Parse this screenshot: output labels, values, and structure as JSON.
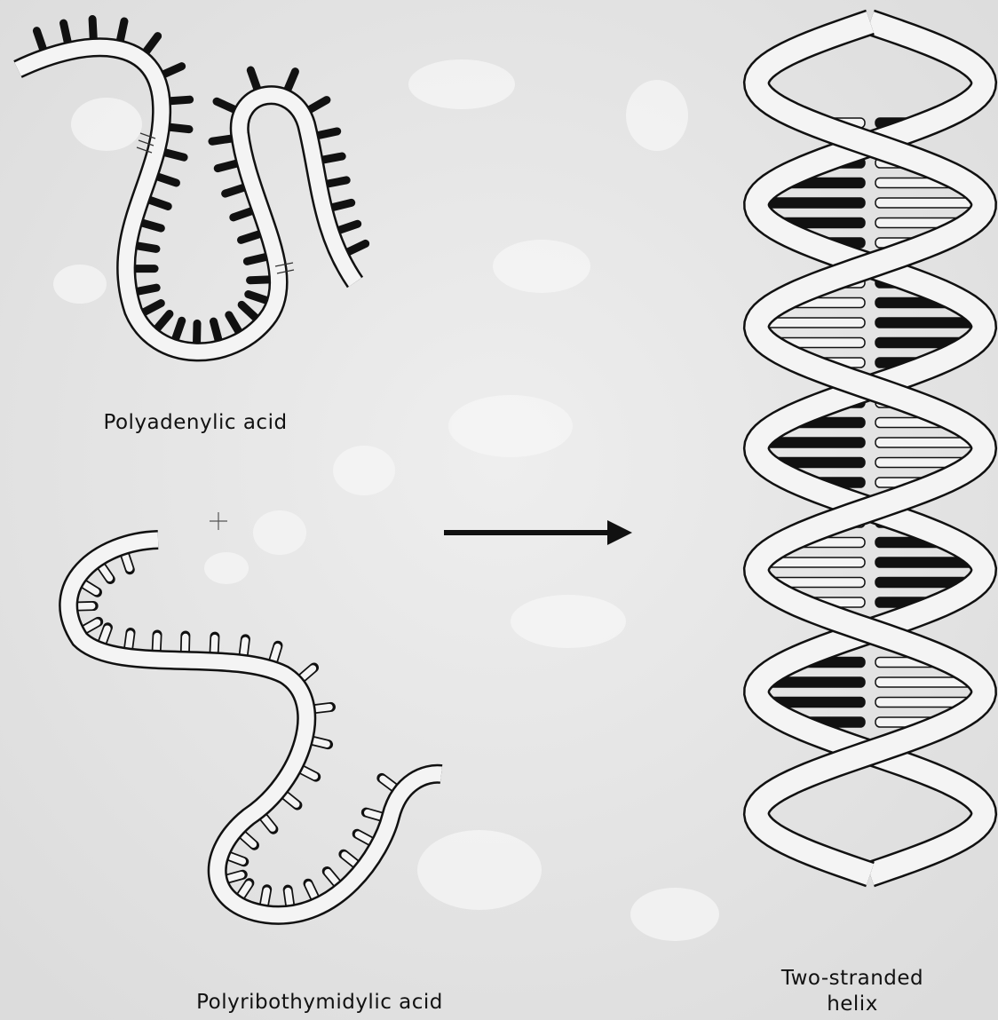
{
  "labels": {
    "top_left": "Polyadenylic acid",
    "bottom_left": "Polyribothymidylic acid",
    "right_line1": "Two-stranded",
    "right_line2": "helix"
  },
  "colors": {
    "background": "#e9e9e9",
    "ink": "#111111",
    "paper": "#f4f4f4"
  },
  "icons": {
    "arrow": "right-arrow-icon",
    "crosshair": "crosshair-icon"
  }
}
